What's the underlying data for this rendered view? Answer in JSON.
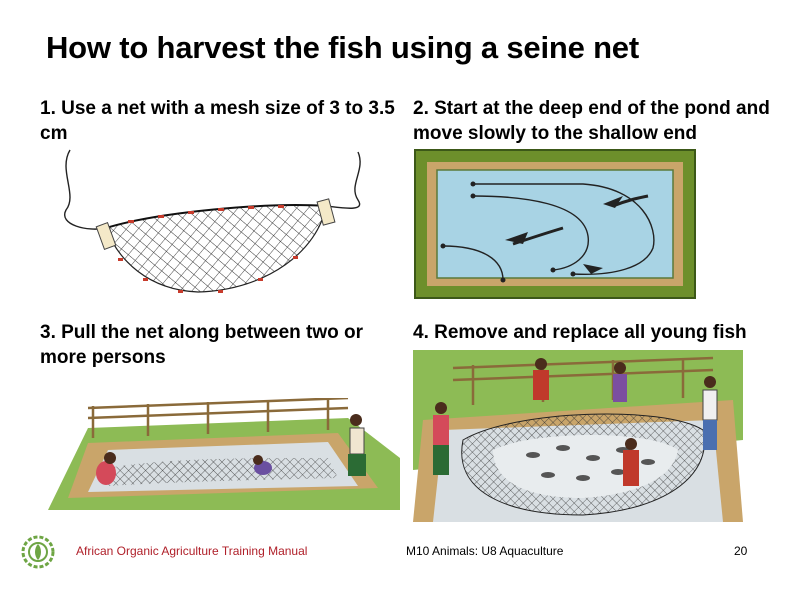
{
  "slide": {
    "title": "How to harvest the fish using a seine net",
    "steps": [
      {
        "text": "1. Use a net with a mesh size of 3 to 3.5 cm"
      },
      {
        "text": "2. Start at the deep end of the pond and move slowly to the shallow end"
      },
      {
        "text": "3. Pull the net along between two or more persons"
      },
      {
        "text": "4. Remove and replace all young fish"
      }
    ]
  },
  "footer": {
    "manual": "African Organic Agriculture Training Manual",
    "module": "M10 Animals: U8 Aquaculture",
    "page": "20"
  },
  "colors": {
    "manual_text": "#b0202a",
    "logo_green": "#6ea544",
    "pond_water": "#a8d3e4",
    "pond_frame": "#6d8f2b"
  }
}
